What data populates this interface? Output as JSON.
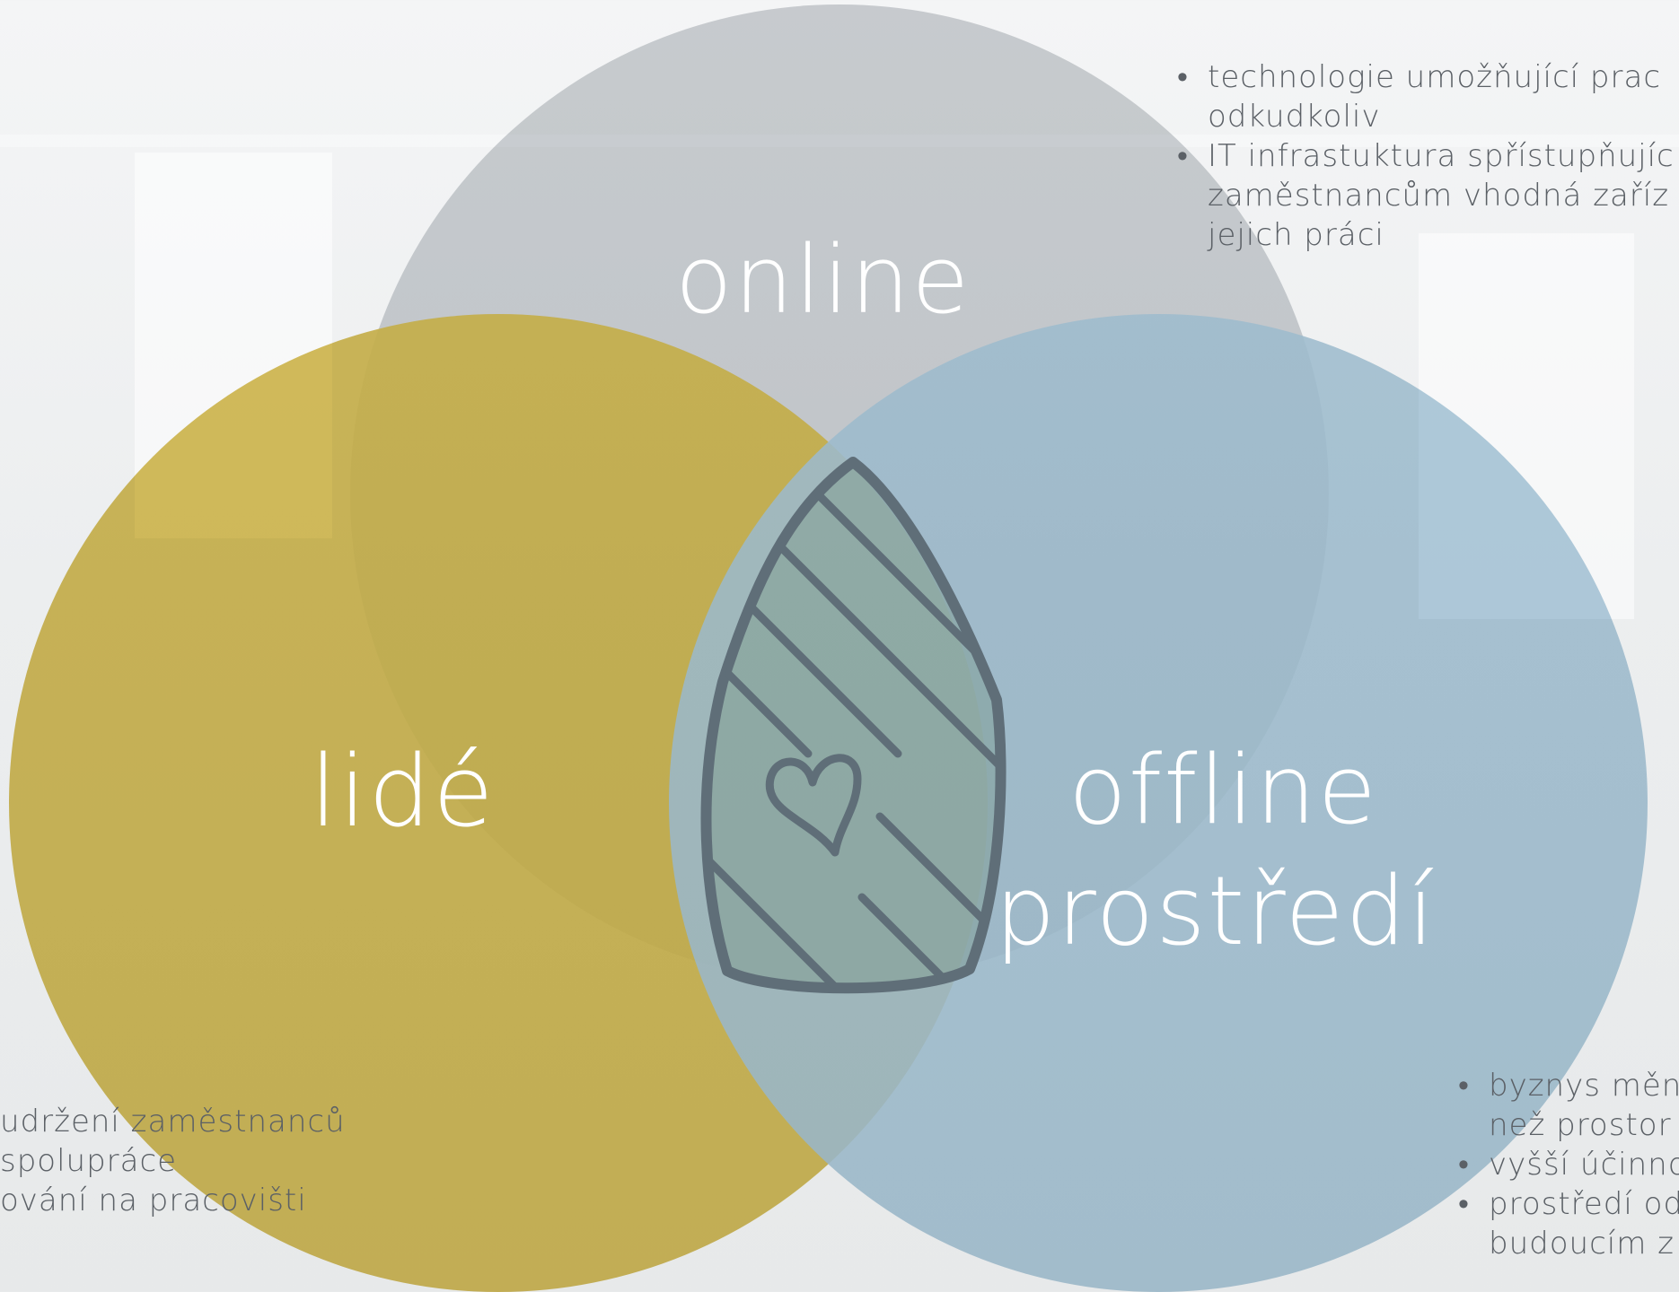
{
  "circles": {
    "online": {
      "label": "online",
      "color": "#c9cdd0"
    },
    "lide": {
      "label": "lidé",
      "color": "#d1b74a"
    },
    "offline": {
      "label_line1": "offline",
      "label_line2": "prostředí",
      "color": "#a9c7da"
    }
  },
  "center_icon": {
    "name": "heart-leaf-icon",
    "stroke_color": "#5f6e78"
  },
  "online_bullets": [
    "technologie umožňující prac",
    "odkudkoliv",
    "IT infrastuktura spřístupňujíc",
    "zaměstnancům vhodná zaříz",
    "jejich práci"
  ],
  "lide_bullets": [
    "udržení zaměstnanců",
    "spolupráce",
    "ování na pracovišti"
  ],
  "offline_bullets": [
    "byznys měn",
    "než prostor",
    "vyšší účinno",
    "prostředí od",
    "budoucím z"
  ]
}
